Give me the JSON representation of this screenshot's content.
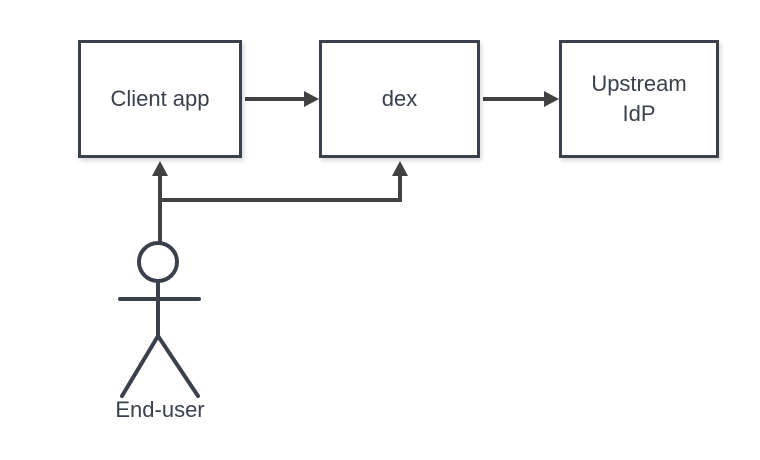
{
  "diagram": {
    "type": "flow-diagram",
    "background_color": "#ffffff",
    "node_border_color": "#3a414d",
    "node_fill_color": "#ffffff",
    "connector_color": "#424242",
    "text_color": "#3a414d",
    "nodes": [
      {
        "id": "client-app",
        "label": "Client app"
      },
      {
        "id": "dex",
        "label": "dex"
      },
      {
        "id": "upstream-idp",
        "label": "Upstream IdP"
      }
    ],
    "actor": {
      "id": "end-user",
      "label": "End-user"
    },
    "edges": [
      {
        "from": "client-app",
        "to": "dex",
        "style": "arrow-right"
      },
      {
        "from": "dex",
        "to": "upstream-idp",
        "style": "arrow-right"
      },
      {
        "from": "end-user",
        "to": "client-app",
        "style": "arrow-up"
      },
      {
        "from": "end-user",
        "to": "dex",
        "style": "arrow-up-elbow"
      }
    ]
  }
}
